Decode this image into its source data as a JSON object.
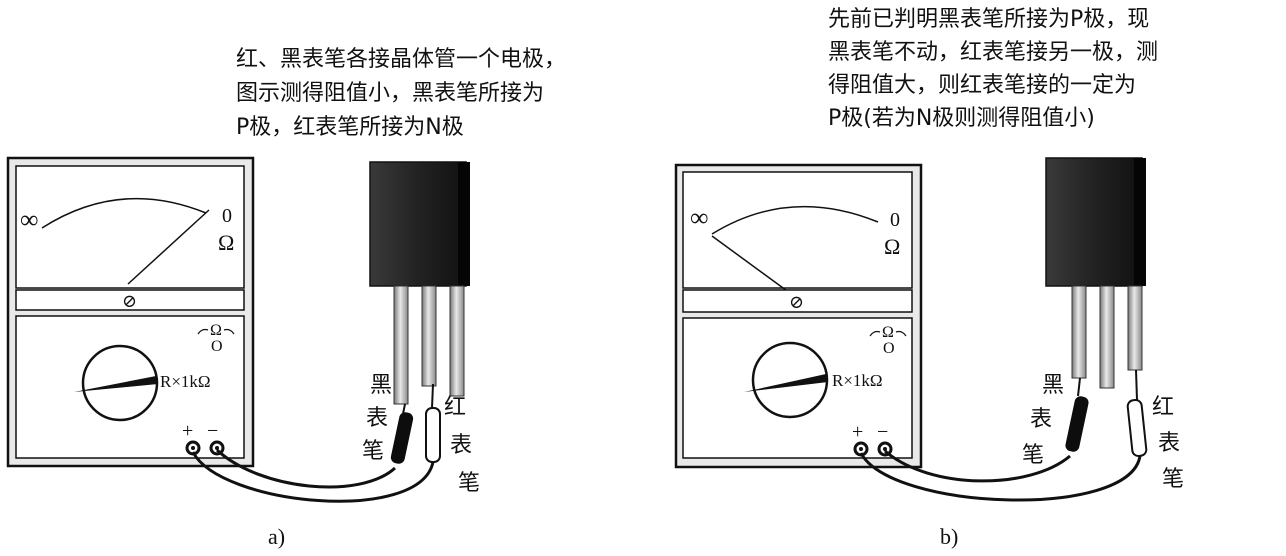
{
  "panel_a": {
    "caption_lines": [
      "红、黑表笔各接晶体管一个电极，",
      "图示测得阻值小，黑表笔所接为",
      "P极，红表笔所接为N极"
    ],
    "scale_infinity": "∞",
    "scale_zero": "0",
    "scale_unit": "Ω",
    "zero_adjust_symbol": "⊘",
    "ohm_adjust_top": "Ω",
    "ohm_adjust_bottom": "O",
    "range_label": "R×1kΩ",
    "plus_label": "+",
    "minus_label": "−",
    "black_probe_label": [
      "黑",
      "表",
      "笔"
    ],
    "red_probe_label": [
      "红",
      "表",
      "笔"
    ],
    "panel_label": "a)"
  },
  "panel_b": {
    "caption_lines": [
      "先前已判明黑表笔所接为P极，现",
      "黑表笔不动，红表笔接另一极，测",
      "得阻值大，则红表笔接的一定为",
      "P极(若为N极则测得阻值小)"
    ],
    "scale_infinity": "∞",
    "scale_zero": "0",
    "scale_unit": "Ω",
    "zero_adjust_symbol": "⊘",
    "ohm_adjust_top": "Ω",
    "ohm_adjust_bottom": "O",
    "range_label": "R×1kΩ",
    "plus_label": "+",
    "minus_label": "−",
    "black_probe_label": [
      "黑",
      "表",
      "笔"
    ],
    "red_probe_label": [
      "红",
      "表",
      "笔"
    ],
    "panel_label": "b)"
  }
}
